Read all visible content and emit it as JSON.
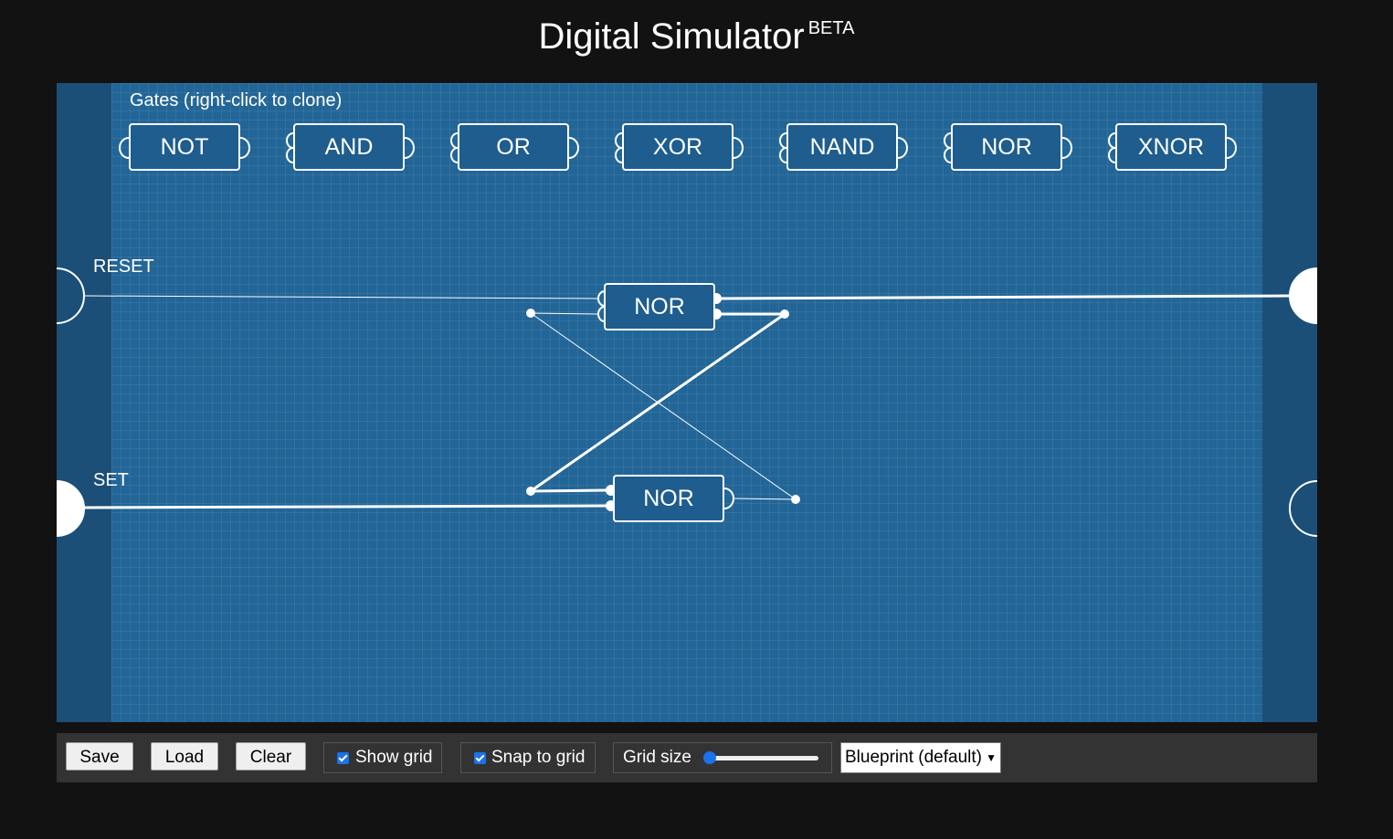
{
  "app": {
    "title": "Digital Simulator",
    "badge": "BETA"
  },
  "palette": {
    "label": "Gates (right-click to clone)",
    "gates": [
      "NOT",
      "AND",
      "OR",
      "XOR",
      "NAND",
      "NOR",
      "XNOR"
    ]
  },
  "circuit": {
    "inputs": [
      {
        "label": "RESET",
        "state": "off"
      },
      {
        "label": "SET",
        "state": "on"
      }
    ],
    "gates": [
      {
        "label": "NOR"
      },
      {
        "label": "NOR"
      }
    ]
  },
  "toolbar": {
    "save": "Save",
    "load": "Load",
    "clear": "Clear",
    "show_grid": {
      "label": "Show grid",
      "checked": true
    },
    "snap_to_grid": {
      "label": "Snap to grid",
      "checked": true
    },
    "grid_size": {
      "label": "Grid size",
      "value_fraction": 0.0
    },
    "theme": {
      "selected": "Blueprint (default)"
    }
  },
  "colors": {
    "background": "#121212",
    "board": "#226597",
    "board_edge": "#1b4f78",
    "wire": "#ffffff",
    "toolbar": "#333333",
    "accent": "#1a73e8"
  }
}
